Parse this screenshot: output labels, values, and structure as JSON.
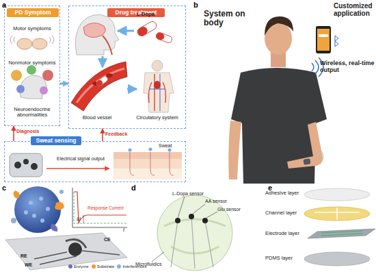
{
  "diagram": {
    "nodes": [
      {
        "text": [
          "PD Symptom"
        ]
      },
      {
        "text": [
          "Drug treatment"
        ]
      },
      {
        "text": [
          "Sweat sensing"
        ]
      }
    ],
    "edges": [
      {
        "from": 0,
        "to": 1,
        "arrow": "to"
      },
      {
        "from": 2,
        "to": 0,
        "label": "Diagnosis",
        "arrow": "to"
      },
      {
        "from": 2,
        "to": 1,
        "label": "Feedback",
        "arrow": "to"
      }
    ],
    "labels": [
      "a",
      "b",
      "c",
      "d",
      "e",
      "Motor symptoms",
      "Nonmotor symptoms",
      "Neuroendocrine abnormalities",
      "L-Dopa",
      "Blood vessel",
      "Circulatory system",
      "Electrical signal output",
      "Sweat",
      "System on body",
      "Customized application",
      "Wireless, real-time output",
      "Response Current",
      "ΔI",
      "t",
      "CE",
      "RE",
      "WE",
      "L-Dopa sensor",
      "AA sensor",
      "Glu sensor",
      "Microfluidics",
      "Adhesive layer",
      "Channel layer",
      "Electrode layer",
      "PDMS layer"
    ],
    "legend": [
      {
        "text": "Enzyme",
        "color": "#6b6fb8"
      },
      {
        "text": "Substrate",
        "color": "#ef9a2e"
      },
      {
        "text": "Interferences",
        "color": "#8fb0d0"
      }
    ]
  }
}
